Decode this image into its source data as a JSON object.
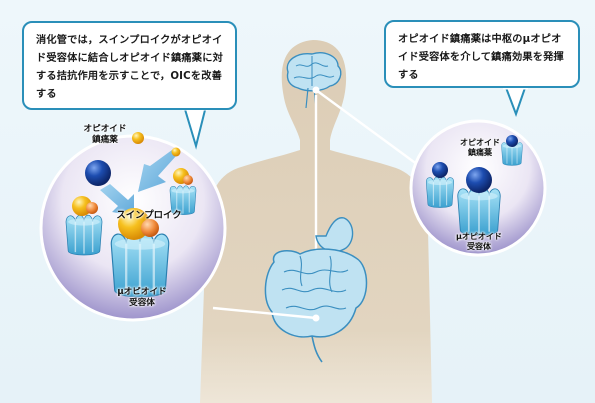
{
  "callouts": {
    "left": "消化管では，スインプロイクがオピオイド受容体に結合しオピオイド鎮痛薬に対する拮抗作用を示すことで，OICを改善する",
    "right": "オピオイド鎮痛薬は中枢のμオピオイド受容体を介して鎮痛効果を発揮する"
  },
  "left_circle": {
    "opioid_label": "オピオイド\n鎮痛薬",
    "drug_label": "スインプロイク",
    "receptor_label": "μオピオイド\n受容体"
  },
  "right_circle": {
    "opioid_label": "オピオイド\n鎮痛薬",
    "receptor_label": "μオピオイド\n受容体"
  },
  "colors": {
    "callout_border": "#2a8fb9",
    "body": "#d9c9b0",
    "opioid": "#1d3f8f",
    "drug": "#f2b21a",
    "receptor": "#67c3e7",
    "connector": "#ffffff"
  }
}
